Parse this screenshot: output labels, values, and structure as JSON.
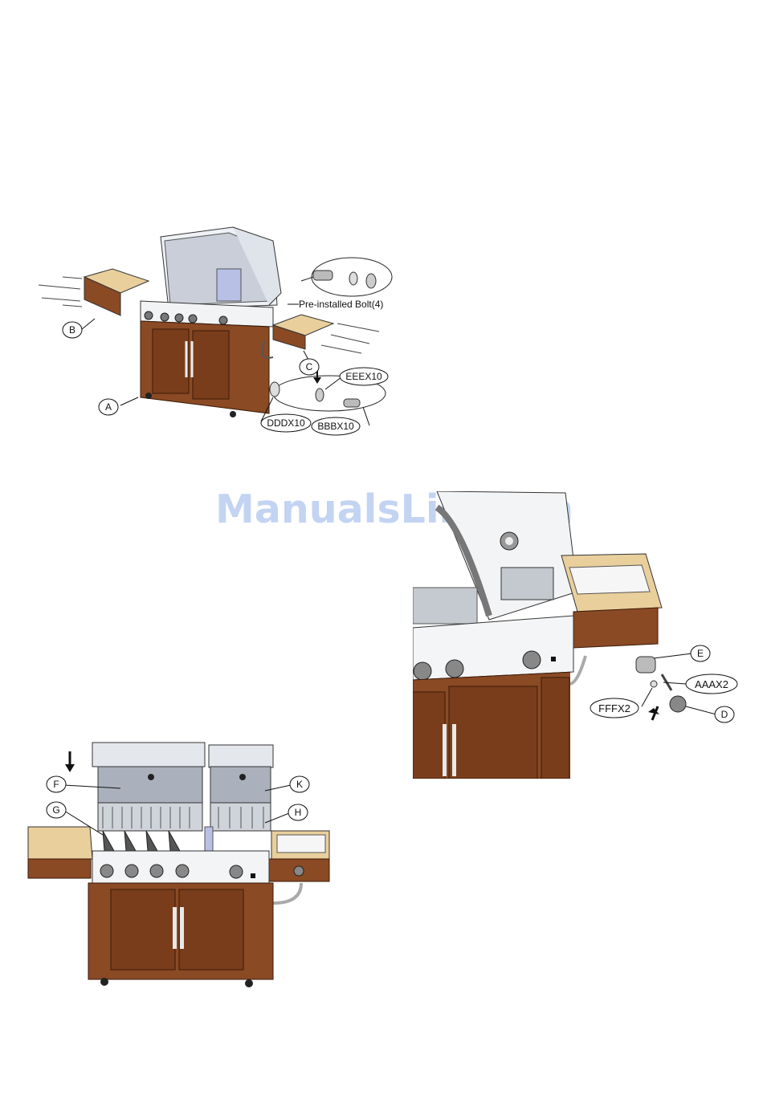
{
  "figure1": {
    "labels": {
      "a": "A",
      "b": "B",
      "c": "C",
      "eee": "EEEX10",
      "ddd": "DDDX10",
      "bbb": "BBBX10",
      "preinstalled": "Pre-installed Bolt(4)"
    }
  },
  "figure2": {
    "labels": {
      "e": "E",
      "d": "D",
      "aaa": "AAAX2",
      "fff": "FFFX2"
    }
  },
  "figure3": {
    "labels": {
      "f": "F",
      "g": "G",
      "k": "K",
      "h": "H"
    }
  },
  "watermark": "ManualsLib.com",
  "colors": {
    "wood": "#8a4a24",
    "wood_dark": "#5e2e14",
    "tabletop": "#e9cf9c",
    "steel": "#d8dde3"
  }
}
